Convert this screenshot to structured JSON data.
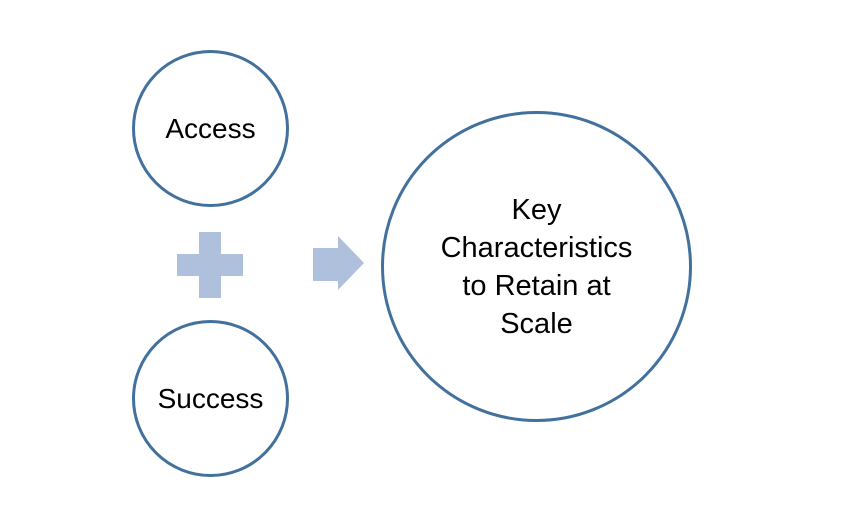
{
  "diagram": {
    "access_label": "Access",
    "success_label": "Success",
    "result_label": "Key Characteristics to Retain at Scale",
    "result_lines": [
      "Key",
      "Characteristics",
      "to Retain at",
      "Scale"
    ],
    "colors": {
      "circle_stroke": "#41719C",
      "connector_fill": "#AEC0DC",
      "text": "#000000",
      "background": "#FFFFFF"
    }
  }
}
